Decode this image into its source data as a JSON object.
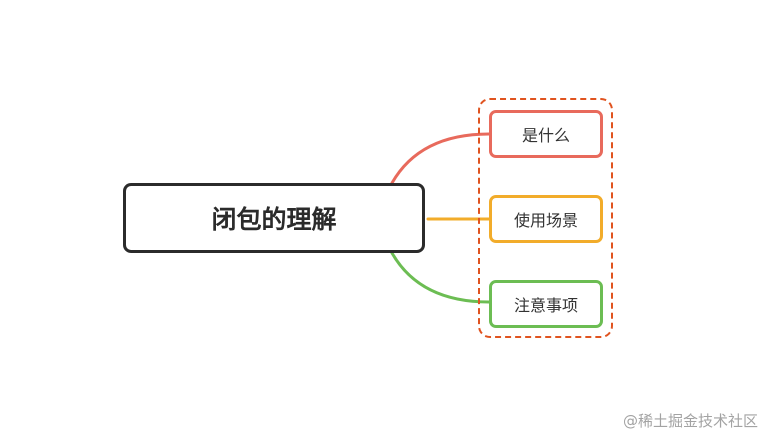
{
  "root": {
    "label": "闭包的理解",
    "border_color": "#2b2b2b"
  },
  "children": [
    {
      "label": "是什么",
      "color": "#e86a5c"
    },
    {
      "label": "使用场景",
      "color": "#f2ac2a"
    },
    {
      "label": "注意事项",
      "color": "#6cbd53"
    }
  ],
  "group_frame_color": "#e0531f",
  "watermark": "@稀土掘金技术社区"
}
